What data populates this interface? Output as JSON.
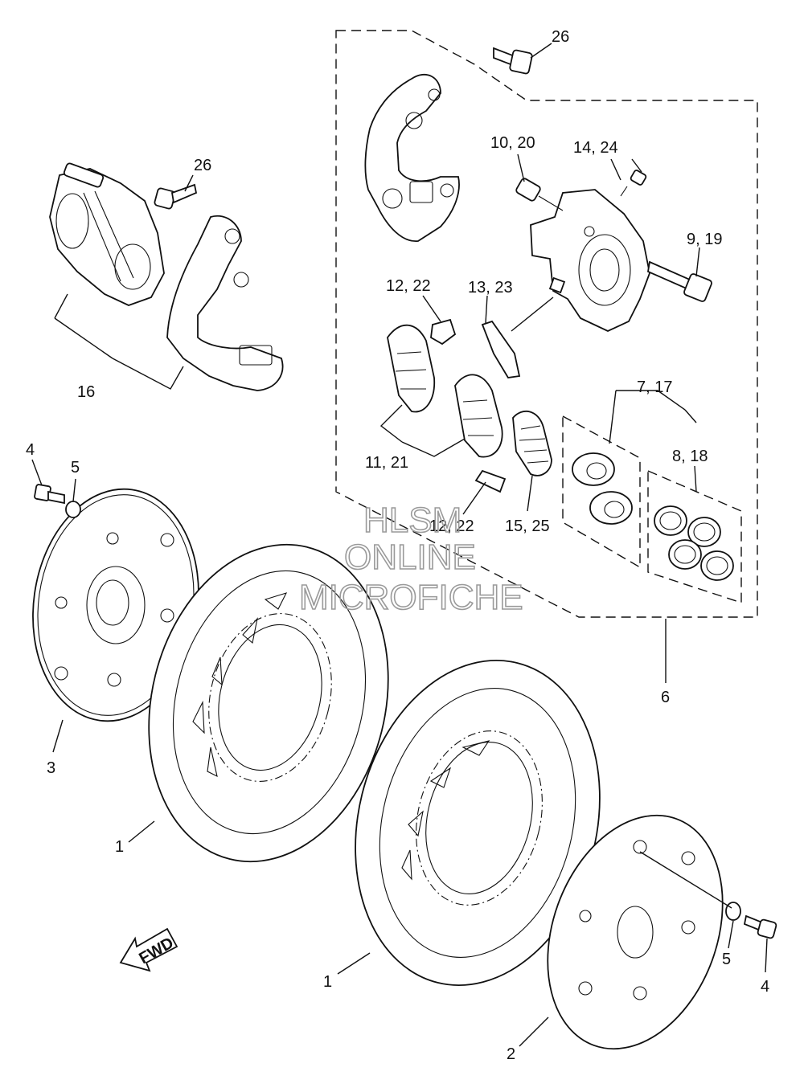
{
  "callouts": {
    "c26_top": "26",
    "c10_20": "10, 20",
    "c14_24": "14, 24",
    "c9_19": "9, 19",
    "c12_22": "12, 22",
    "c13_23": "13, 23",
    "c11_21": "11, 21",
    "c7_17": "7, 17",
    "c8_18": "8, 18",
    "c15_25": "15, 25",
    "c12_22_b": "12, 22",
    "c6": "6",
    "c26_left": "26",
    "c16": "16",
    "c4_left": "4",
    "c5_left": "5",
    "c3": "3",
    "c1_left": "1",
    "c1_right": "1",
    "c2": "2",
    "c5_right": "5",
    "c4_right": "4"
  },
  "watermark": {
    "line1": "HLSM",
    "line2": "ONLINE",
    "line3": "MICROFICHE"
  },
  "fwd_label": "FWD"
}
